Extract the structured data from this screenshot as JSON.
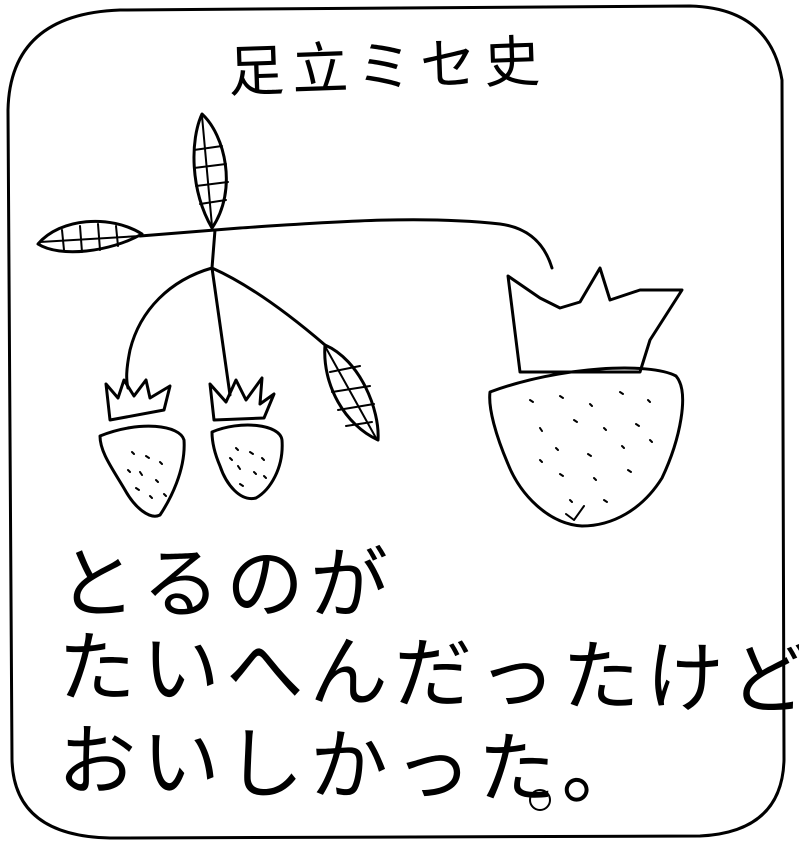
{
  "drawing": {
    "name": "足立ミセ史",
    "caption": [
      "とるのが",
      "たいへんだったけど",
      "おいしかった。"
    ],
    "colors": {
      "ink": "#000000",
      "paper": "#ffffff"
    }
  }
}
